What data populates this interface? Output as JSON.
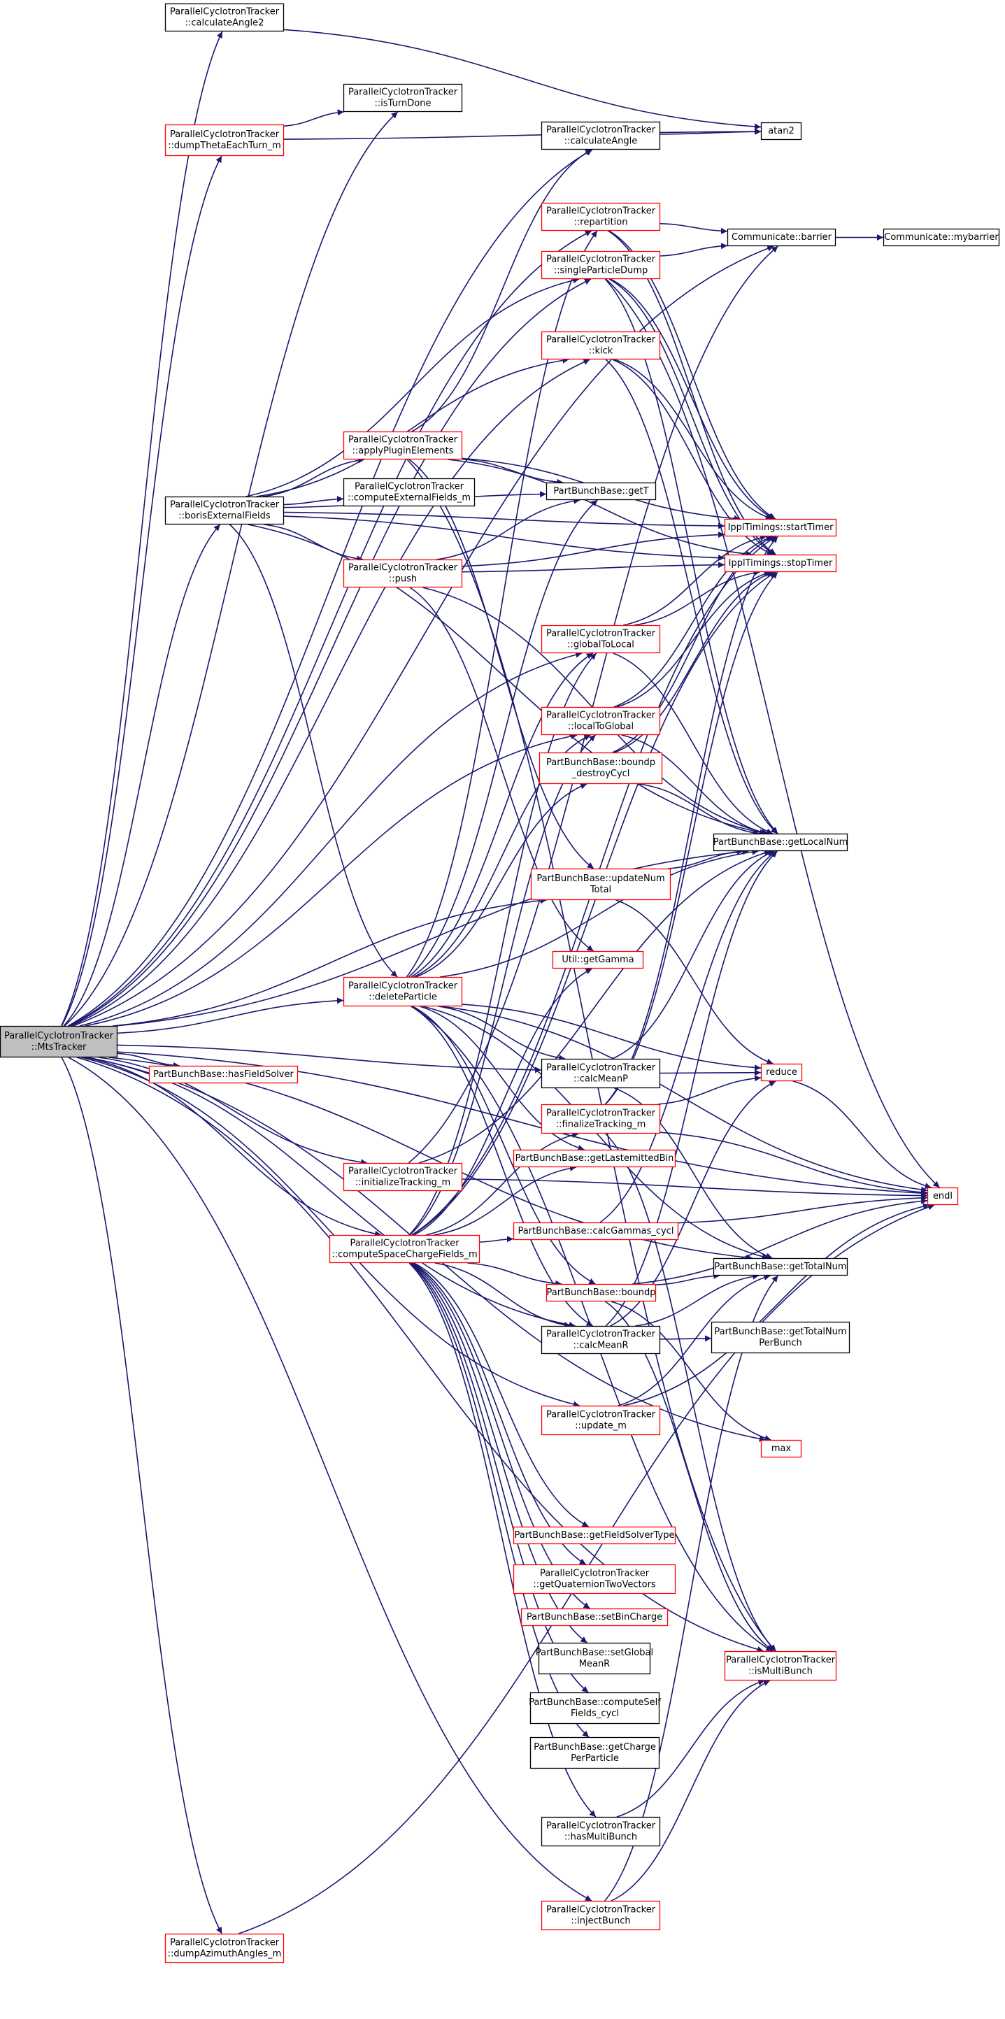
{
  "colors": {
    "edge": "#191970",
    "node_border_default": "#000000",
    "node_border_truncated": "#ff0000",
    "root_fill": "#bfbfbf",
    "node_fill": "#ffffff",
    "text": "#000000"
  },
  "nodes": {
    "mtsTracker": {
      "lines": [
        "ParallelCyclotronTracker",
        "::MtsTracker"
      ],
      "style": "root"
    },
    "calculateAngle2": {
      "lines": [
        "ParallelCyclotronTracker",
        "::calculateAngle2"
      ],
      "style": "black"
    },
    "isTurnDone": {
      "lines": [
        "ParallelCyclotronTracker",
        "::isTurnDone"
      ],
      "style": "black"
    },
    "dumpThetaEachTurn": {
      "lines": [
        "ParallelCyclotronTracker",
        "::dumpThetaEachTurn_m"
      ],
      "style": "red"
    },
    "atan2": {
      "lines": [
        "atan2"
      ],
      "style": "black"
    },
    "calculateAngle": {
      "lines": [
        "ParallelCyclotronTracker",
        "::calculateAngle"
      ],
      "style": "black"
    },
    "repartition": {
      "lines": [
        "ParallelCyclotronTracker",
        "::repartition"
      ],
      "style": "red"
    },
    "barrier": {
      "lines": [
        "Communicate::barrier"
      ],
      "style": "black"
    },
    "mybarrier": {
      "lines": [
        "Communicate::mybarrier"
      ],
      "style": "black"
    },
    "singleParticleDump": {
      "lines": [
        "ParallelCyclotronTracker",
        "::singleParticleDump"
      ],
      "style": "red"
    },
    "kick": {
      "lines": [
        "ParallelCyclotronTracker",
        "::kick"
      ],
      "style": "red"
    },
    "applyPluginElements": {
      "lines": [
        "ParallelCyclotronTracker",
        "::applyPluginElements"
      ],
      "style": "red"
    },
    "borisExternalFields": {
      "lines": [
        "ParallelCyclotronTracker",
        "::borisExternalFields"
      ],
      "style": "black"
    },
    "computeExternalFields": {
      "lines": [
        "ParallelCyclotronTracker",
        "::computeExternalFields_m"
      ],
      "style": "black"
    },
    "getT": {
      "lines": [
        "PartBunchBase::getT"
      ],
      "style": "black"
    },
    "startTimer": {
      "lines": [
        "IpplTimings::startTimer"
      ],
      "style": "red"
    },
    "stopTimer": {
      "lines": [
        "IpplTimings::stopTimer"
      ],
      "style": "red"
    },
    "push": {
      "lines": [
        "ParallelCyclotronTracker",
        "::push"
      ],
      "style": "red"
    },
    "globalToLocal": {
      "lines": [
        "ParallelCyclotronTracker",
        "::globalToLocal"
      ],
      "style": "red"
    },
    "localToGlobal": {
      "lines": [
        "ParallelCyclotronTracker",
        "::localToGlobal"
      ],
      "style": "red"
    },
    "boundpDestroy": {
      "lines": [
        "PartBunchBase::boundp",
        "_destroyCycl"
      ],
      "style": "red"
    },
    "getLocalNum": {
      "lines": [
        "PartBunchBase::getLocalNum"
      ],
      "style": "black"
    },
    "updateNumTotal": {
      "lines": [
        "PartBunchBase::updateNum",
        "Total"
      ],
      "style": "red"
    },
    "getGamma": {
      "lines": [
        "Util::getGamma"
      ],
      "style": "red"
    },
    "deleteParticle": {
      "lines": [
        "ParallelCyclotronTracker",
        "::deleteParticle"
      ],
      "style": "red"
    },
    "hasFieldSolver": {
      "lines": [
        "PartBunchBase::hasFieldSolver"
      ],
      "style": "red"
    },
    "calcMeanP": {
      "lines": [
        "ParallelCyclotronTracker",
        "::calcMeanP"
      ],
      "style": "black"
    },
    "reduce": {
      "lines": [
        "reduce"
      ],
      "style": "red"
    },
    "finalizeTracking": {
      "lines": [
        "ParallelCyclotronTracker",
        "::finalizeTracking_m"
      ],
      "style": "red"
    },
    "initializeTracking": {
      "lines": [
        "ParallelCyclotronTracker",
        "::initializeTracking_m"
      ],
      "style": "red"
    },
    "getLastemittedBin": {
      "lines": [
        "PartBunchBase::getLastemittedBin"
      ],
      "style": "red"
    },
    "endl": {
      "lines": [
        "endl"
      ],
      "style": "red"
    },
    "computeSpaceChargeFields": {
      "lines": [
        "ParallelCyclotronTracker",
        "::computeSpaceChargeFields_m"
      ],
      "style": "red"
    },
    "calcGammasCycl": {
      "lines": [
        "PartBunchBase::calcGammas_cycl"
      ],
      "style": "red"
    },
    "getTotalNum": {
      "lines": [
        "PartBunchBase::getTotalNum"
      ],
      "style": "black"
    },
    "boundp": {
      "lines": [
        "PartBunchBase::boundp"
      ],
      "style": "red"
    },
    "calcMeanR": {
      "lines": [
        "ParallelCyclotronTracker",
        "::calcMeanR"
      ],
      "style": "black"
    },
    "getTotalNumPerBunch": {
      "lines": [
        "PartBunchBase::getTotalNum",
        "PerBunch"
      ],
      "style": "black"
    },
    "updateM": {
      "lines": [
        "ParallelCyclotronTracker",
        "::update_m"
      ],
      "style": "red"
    },
    "max": {
      "lines": [
        "max"
      ],
      "style": "red"
    },
    "getFieldSolverType": {
      "lines": [
        "PartBunchBase::getFieldSolverType"
      ],
      "style": "red"
    },
    "getQuaternion": {
      "lines": [
        "ParallelCyclotronTracker",
        "::getQuaternionTwoVectors"
      ],
      "style": "red"
    },
    "setBinCharge": {
      "lines": [
        "PartBunchBase::setBinCharge"
      ],
      "style": "red"
    },
    "setGlobalMeanR": {
      "lines": [
        "PartBunchBase::setGlobal",
        "MeanR"
      ],
      "style": "black"
    },
    "isMultiBunch": {
      "lines": [
        "ParallelCyclotronTracker",
        "::isMultiBunch"
      ],
      "style": "red"
    },
    "computeSelfFields": {
      "lines": [
        "PartBunchBase::computeSelf",
        "Fields_cycl"
      ],
      "style": "black"
    },
    "getChargePerParticle": {
      "lines": [
        "PartBunchBase::getCharge",
        "PerParticle"
      ],
      "style": "black"
    },
    "hasMultiBunch": {
      "lines": [
        "ParallelCyclotronTracker",
        "::hasMultiBunch"
      ],
      "style": "black"
    },
    "injectBunch": {
      "lines": [
        "ParallelCyclotronTracker",
        "::injectBunch"
      ],
      "style": "red"
    },
    "dumpAzimuthAngles": {
      "lines": [
        "ParallelCyclotronTracker",
        "::dumpAzimuthAngles_m"
      ],
      "style": "red"
    }
  },
  "edges": [
    [
      "mtsTracker",
      "calculateAngle2"
    ],
    [
      "mtsTracker",
      "isTurnDone"
    ],
    [
      "mtsTracker",
      "dumpThetaEachTurn"
    ],
    [
      "mtsTracker",
      "calculateAngle"
    ],
    [
      "mtsTracker",
      "barrier"
    ],
    [
      "mtsTracker",
      "repartition"
    ],
    [
      "mtsTracker",
      "singleParticleDump"
    ],
    [
      "mtsTracker",
      "kick"
    ],
    [
      "mtsTracker",
      "borisExternalFields"
    ],
    [
      "mtsTracker",
      "globalToLocal"
    ],
    [
      "mtsTracker",
      "localToGlobal"
    ],
    [
      "mtsTracker",
      "getLocalNum"
    ],
    [
      "mtsTracker",
      "updateNumTotal"
    ],
    [
      "mtsTracker",
      "deleteParticle"
    ],
    [
      "mtsTracker",
      "hasFieldSolver"
    ],
    [
      "mtsTracker",
      "calcMeanP"
    ],
    [
      "mtsTracker",
      "initializeTracking"
    ],
    [
      "mtsTracker",
      "computeSpaceChargeFields"
    ],
    [
      "mtsTracker",
      "calcMeanR"
    ],
    [
      "mtsTracker",
      "updateM"
    ],
    [
      "mtsTracker",
      "isMultiBunch"
    ],
    [
      "mtsTracker",
      "injectBunch"
    ],
    [
      "mtsTracker",
      "dumpAzimuthAngles"
    ],
    [
      "mtsTracker",
      "max"
    ],
    [
      "mtsTracker",
      "endl"
    ],
    [
      "mtsTracker",
      "getTotalNum"
    ],
    [
      "calculateAngle2",
      "atan2"
    ],
    [
      "dumpThetaEachTurn",
      "isTurnDone"
    ],
    [
      "dumpThetaEachTurn",
      "atan2"
    ],
    [
      "calculateAngle",
      "atan2"
    ],
    [
      "repartition",
      "barrier"
    ],
    [
      "repartition",
      "startTimer"
    ],
    [
      "repartition",
      "stopTimer"
    ],
    [
      "barrier",
      "mybarrier"
    ],
    [
      "singleParticleDump",
      "barrier"
    ],
    [
      "singleParticleDump",
      "getLocalNum"
    ],
    [
      "singleParticleDump",
      "endl"
    ],
    [
      "singleParticleDump",
      "startTimer"
    ],
    [
      "singleParticleDump",
      "stopTimer"
    ],
    [
      "kick",
      "startTimer"
    ],
    [
      "kick",
      "stopTimer"
    ],
    [
      "kick",
      "getLocalNum"
    ],
    [
      "borisExternalFields",
      "kick"
    ],
    [
      "borisExternalFields",
      "applyPluginElements"
    ],
    [
      "borisExternalFields",
      "computeExternalFields"
    ],
    [
      "borisExternalFields",
      "getT"
    ],
    [
      "borisExternalFields",
      "push"
    ],
    [
      "borisExternalFields",
      "deleteParticle"
    ],
    [
      "borisExternalFields",
      "getLocalNum"
    ],
    [
      "borisExternalFields",
      "startTimer"
    ],
    [
      "borisExternalFields",
      "stopTimer"
    ],
    [
      "borisExternalFields",
      "singleParticleDump"
    ],
    [
      "applyPluginElements",
      "getT"
    ],
    [
      "applyPluginElements",
      "startTimer"
    ],
    [
      "applyPluginElements",
      "stopTimer"
    ],
    [
      "applyPluginElements",
      "calculateAngle"
    ],
    [
      "applyPluginElements",
      "updateNumTotal"
    ],
    [
      "applyPluginElements",
      "isMultiBunch"
    ],
    [
      "push",
      "getT"
    ],
    [
      "push",
      "startTimer"
    ],
    [
      "push",
      "stopTimer"
    ],
    [
      "push",
      "getGamma"
    ],
    [
      "push",
      "getLocalNum"
    ],
    [
      "globalToLocal",
      "startTimer"
    ],
    [
      "globalToLocal",
      "stopTimer"
    ],
    [
      "globalToLocal",
      "getLocalNum"
    ],
    [
      "localToGlobal",
      "startTimer"
    ],
    [
      "localToGlobal",
      "stopTimer"
    ],
    [
      "localToGlobal",
      "getLocalNum"
    ],
    [
      "boundpDestroy",
      "startTimer"
    ],
    [
      "boundpDestroy",
      "stopTimer"
    ],
    [
      "boundpDestroy",
      "getLocalNum"
    ],
    [
      "updateNumTotal",
      "getLocalNum"
    ],
    [
      "updateNumTotal",
      "reduce"
    ],
    [
      "deleteParticle",
      "getLocalNum"
    ],
    [
      "deleteParticle",
      "endl"
    ],
    [
      "deleteParticle",
      "reduce"
    ],
    [
      "deleteParticle",
      "getLastemittedBin"
    ],
    [
      "deleteParticle",
      "boundp"
    ],
    [
      "deleteParticle",
      "calcMeanR"
    ],
    [
      "deleteParticle",
      "calcMeanP"
    ],
    [
      "deleteParticle",
      "isMultiBunch"
    ],
    [
      "deleteParticle",
      "repartition"
    ],
    [
      "deleteParticle",
      "globalToLocal"
    ],
    [
      "deleteParticle",
      "localToGlobal"
    ],
    [
      "deleteParticle",
      "boundpDestroy"
    ],
    [
      "deleteParticle",
      "getT"
    ],
    [
      "deleteParticle",
      "getTotalNum"
    ],
    [
      "calcMeanP",
      "reduce"
    ],
    [
      "calcMeanP",
      "getLocalNum"
    ],
    [
      "calcMeanP",
      "getTotalNum"
    ],
    [
      "finalizeTracking",
      "startTimer"
    ],
    [
      "finalizeTracking",
      "stopTimer"
    ],
    [
      "finalizeTracking",
      "endl"
    ],
    [
      "finalizeTracking",
      "reduce"
    ],
    [
      "finalizeTracking",
      "isMultiBunch"
    ],
    [
      "initializeTracking",
      "endl"
    ],
    [
      "initializeTracking",
      "getLocalNum"
    ],
    [
      "initializeTracking",
      "barrier"
    ],
    [
      "computeSpaceChargeFields",
      "getLastemittedBin"
    ],
    [
      "computeSpaceChargeFields",
      "calcGammasCycl"
    ],
    [
      "computeSpaceChargeFields",
      "boundp"
    ],
    [
      "computeSpaceChargeFields",
      "calcMeanR"
    ],
    [
      "computeSpaceChargeFields",
      "getFieldSolverType"
    ],
    [
      "computeSpaceChargeFields",
      "getQuaternion"
    ],
    [
      "computeSpaceChargeFields",
      "setBinCharge"
    ],
    [
      "computeSpaceChargeFields",
      "setGlobalMeanR"
    ],
    [
      "computeSpaceChargeFields",
      "computeSelfFields"
    ],
    [
      "computeSpaceChargeFields",
      "getChargePerParticle"
    ],
    [
      "computeSpaceChargeFields",
      "hasMultiBunch"
    ],
    [
      "computeSpaceChargeFields",
      "globalToLocal"
    ],
    [
      "computeSpaceChargeFields",
      "localToGlobal"
    ],
    [
      "computeSpaceChargeFields",
      "finalizeTracking"
    ],
    [
      "computeSpaceChargeFields",
      "getGamma"
    ],
    [
      "computeSpaceChargeFields",
      "startTimer"
    ],
    [
      "computeSpaceChargeFields",
      "stopTimer"
    ],
    [
      "calcGammasCycl",
      "getLocalNum"
    ],
    [
      "calcGammasCycl",
      "endl"
    ],
    [
      "boundp",
      "getTotalNum"
    ],
    [
      "boundp",
      "max"
    ],
    [
      "boundp",
      "endl"
    ],
    [
      "boundp",
      "isMultiBunch"
    ],
    [
      "calcMeanR",
      "reduce"
    ],
    [
      "calcMeanR",
      "getTotalNum"
    ],
    [
      "calcMeanR",
      "getTotalNumPerBunch"
    ],
    [
      "calcMeanR",
      "getLocalNum"
    ],
    [
      "updateM",
      "getTotalNum"
    ],
    [
      "updateM",
      "endl"
    ],
    [
      "hasMultiBunch",
      "isMultiBunch"
    ],
    [
      "injectBunch",
      "isMultiBunch"
    ],
    [
      "injectBunch",
      "getTotalNum"
    ],
    [
      "dumpAzimuthAngles",
      "endl"
    ],
    [
      "reduce",
      "endl"
    ]
  ]
}
